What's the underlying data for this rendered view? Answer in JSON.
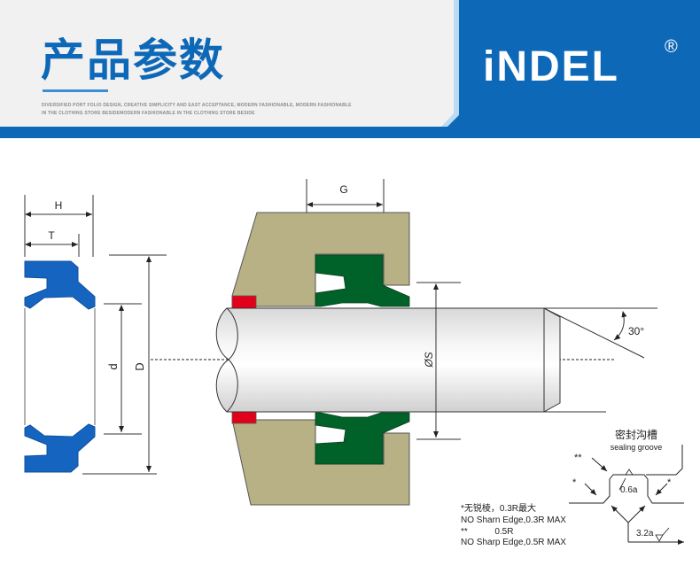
{
  "header": {
    "title": "产品参数",
    "tagline_line1": "DIVERSIFIED PORT FOLIO DESIGN, CREATIVE SIMPLICITY AND EAST ACCEPTANCE, MODERN FASHIONABLE, MODERN FASHIONABLE",
    "tagline_line2": "IN THE CLOTHING STORE BESIDEMODERN FASHIONABLE IN THE CLOTHING STORE BESIDE",
    "brand": "iNDEL",
    "registered_mark": "®",
    "colors": {
      "primary_blue": "#0e68b8",
      "light_blue": "#b9dcf4",
      "background": "#f1f1f1"
    }
  },
  "diagram": {
    "seal_labels": {
      "H": "H",
      "T": "T",
      "d": "d",
      "D": "D"
    },
    "install_labels": {
      "G": "G",
      "S": "ØS",
      "angle": "30°"
    },
    "groove": {
      "title_cn": "密封沟槽",
      "title_en": "sealing groove",
      "double_star": "**",
      "single_star_left": "*",
      "single_star_right": "*",
      "finish_fine": "0.6a",
      "finish_coarse": "3.2a"
    },
    "notes": {
      "line1": "*无锐棱，0.3R最大",
      "line2": "NO Sharn Edge,0.3R MAX",
      "line3": "**           0.5R",
      "line4": "NO Sharp Edge,0.5R MAX"
    },
    "colors": {
      "seal_blue": "#1565c0",
      "seal_green": "#006228",
      "housing": "#b8b185",
      "wiper_red": "#e3001b",
      "rod_light": "#f4f4f4",
      "rod_dark": "#d6d6d6"
    }
  }
}
